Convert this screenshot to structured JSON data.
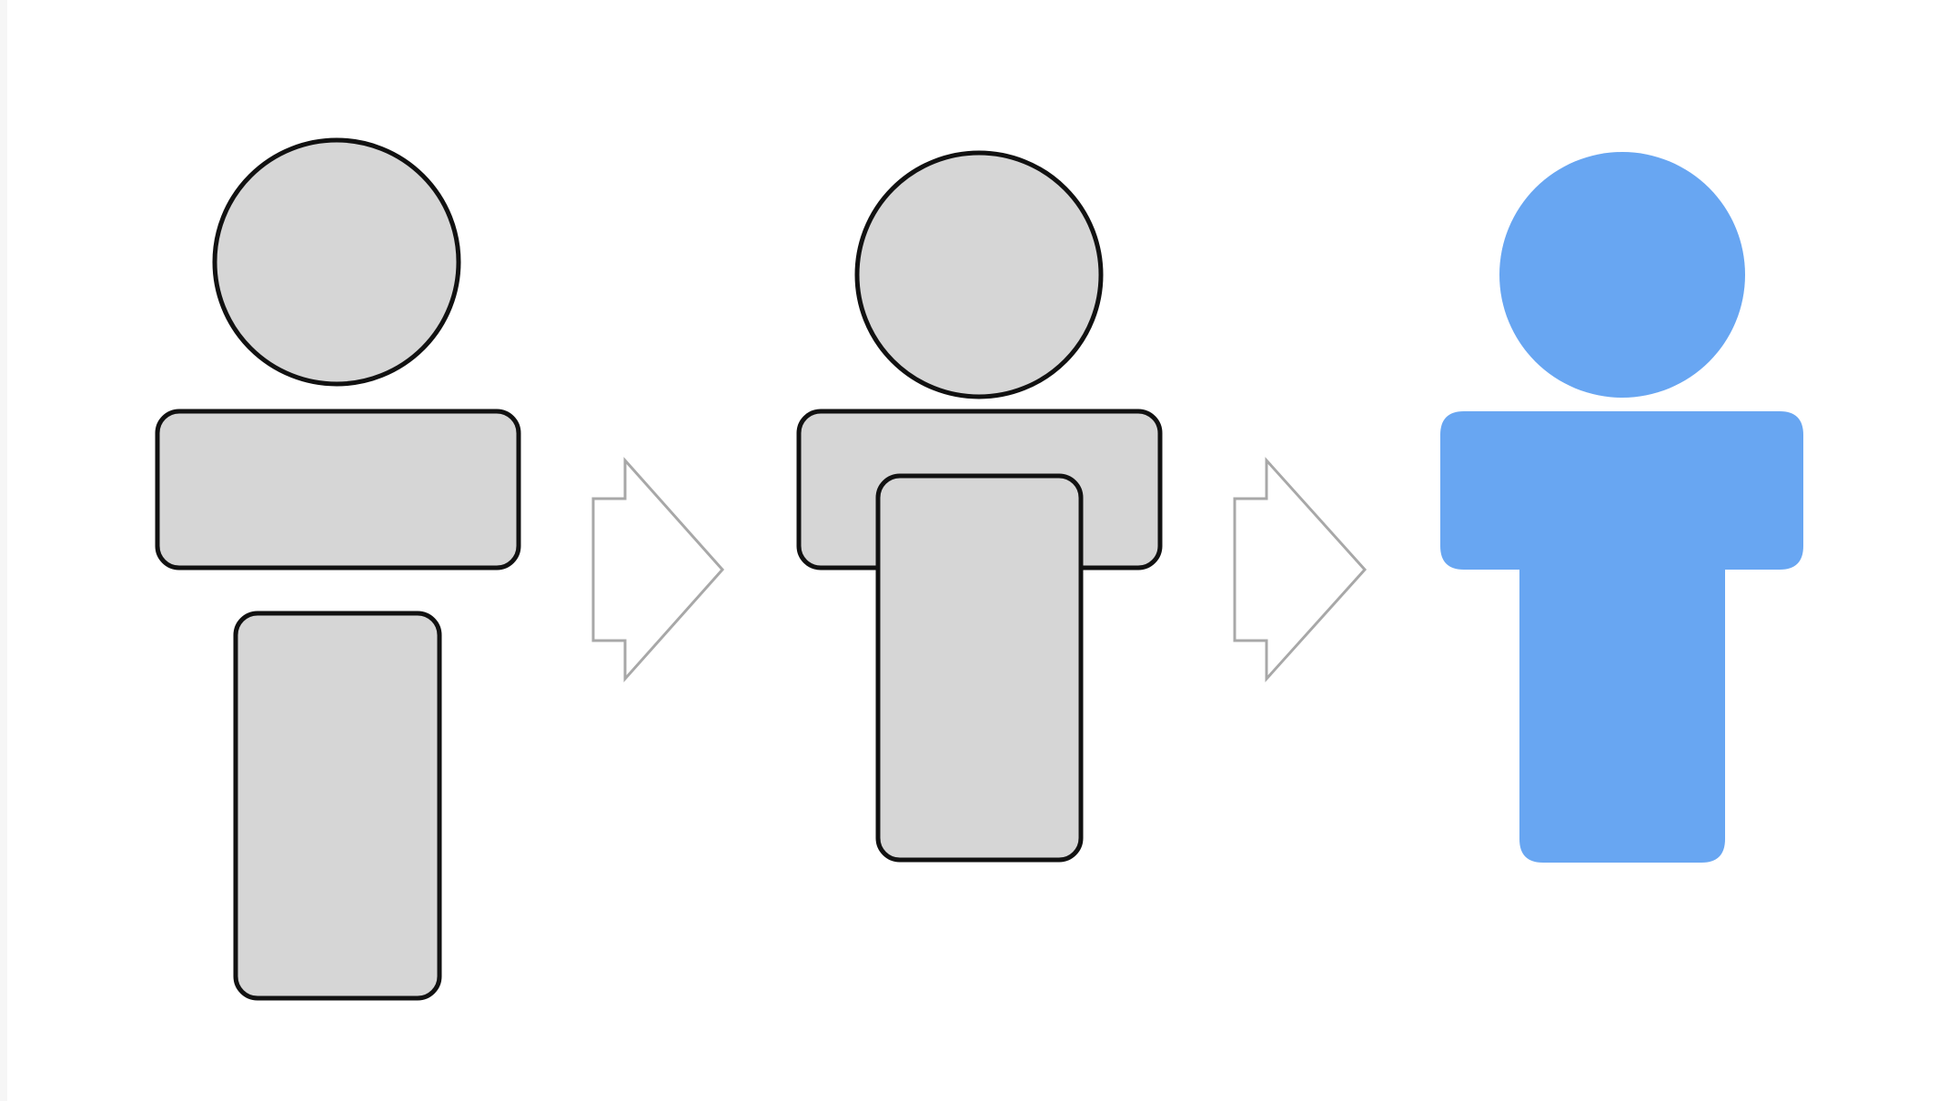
{
  "diagram": {
    "description_free": true,
    "stages": [
      {
        "name": "separate-shapes",
        "parts": [
          "circle",
          "horizontal-rounded-rect",
          "vertical-rounded-rect"
        ]
      },
      {
        "name": "overlapped-shapes",
        "parts": [
          "circle",
          "horizontal-rounded-rect",
          "vertical-rounded-rect"
        ]
      },
      {
        "name": "merged-shape",
        "parts": [
          "circle",
          "t-shape"
        ]
      }
    ],
    "arrows": 2,
    "colors": {
      "shape_fill": "#d6d6d6",
      "shape_stroke": "#111111",
      "arrow_stroke": "#a8a8a8",
      "result_fill": "#68a6f2",
      "background": "#ffffff"
    },
    "icons": [
      "right-arrow-outline",
      "right-arrow-outline"
    ]
  }
}
